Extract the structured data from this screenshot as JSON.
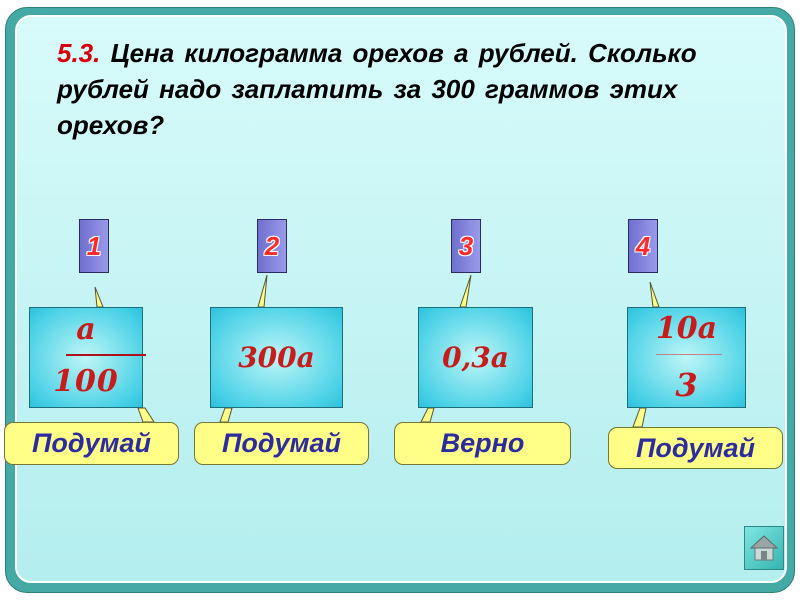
{
  "question": {
    "number": "5.3.",
    "text": "Цена  килограмма  орехов  а  рублей. Сколько  рублей  надо  заплатить  за 300 граммов этих орехов?"
  },
  "options": [
    {
      "number": "1",
      "numerator": "а",
      "denominator": "100",
      "feedback": "Подумай"
    },
    {
      "number": "2",
      "value": "300а",
      "feedback": "Подумай"
    },
    {
      "number": "3",
      "value": "0,3а",
      "feedback": "Верно"
    },
    {
      "number": "4",
      "numerator": "10а",
      "denominator": "3",
      "feedback": "Подумай"
    }
  ],
  "icons": {
    "home": "home-icon"
  },
  "colors": {
    "accent_red": "#d8000b",
    "answer_text": "#c81c1c",
    "label_text": "#2c2ca0",
    "label_bg": "#ffff88",
    "frame": "#45aaa6",
    "panel": "#c6f4f4"
  }
}
